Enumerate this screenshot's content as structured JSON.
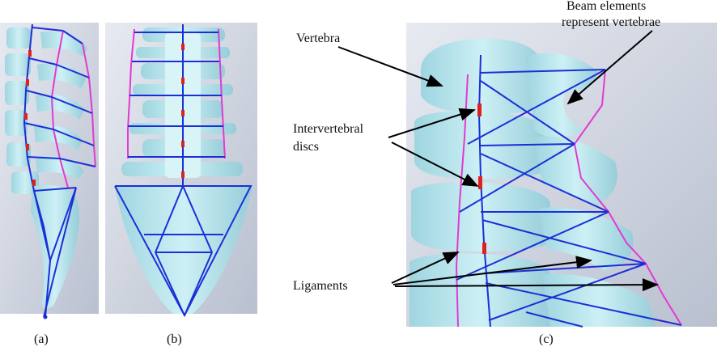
{
  "panels": {
    "a": {
      "caption": "(a)"
    },
    "b": {
      "caption": "(b)"
    },
    "c": {
      "caption": "(c)"
    }
  },
  "labels": {
    "vertebra": "Vertebra",
    "beam_line1": "Beam elements",
    "beam_line2": "represent vertebrae",
    "discs_line1": "Intervertebral",
    "discs_line2": "discs",
    "ligaments": "Ligaments"
  },
  "colors": {
    "bone": "#bfe7ee",
    "bone_dark": "#8fc4d1",
    "background": "#d6dbe6",
    "beam": "#1b2fd6",
    "ligament": "#e23ad2",
    "disc": "#e0201a"
  }
}
